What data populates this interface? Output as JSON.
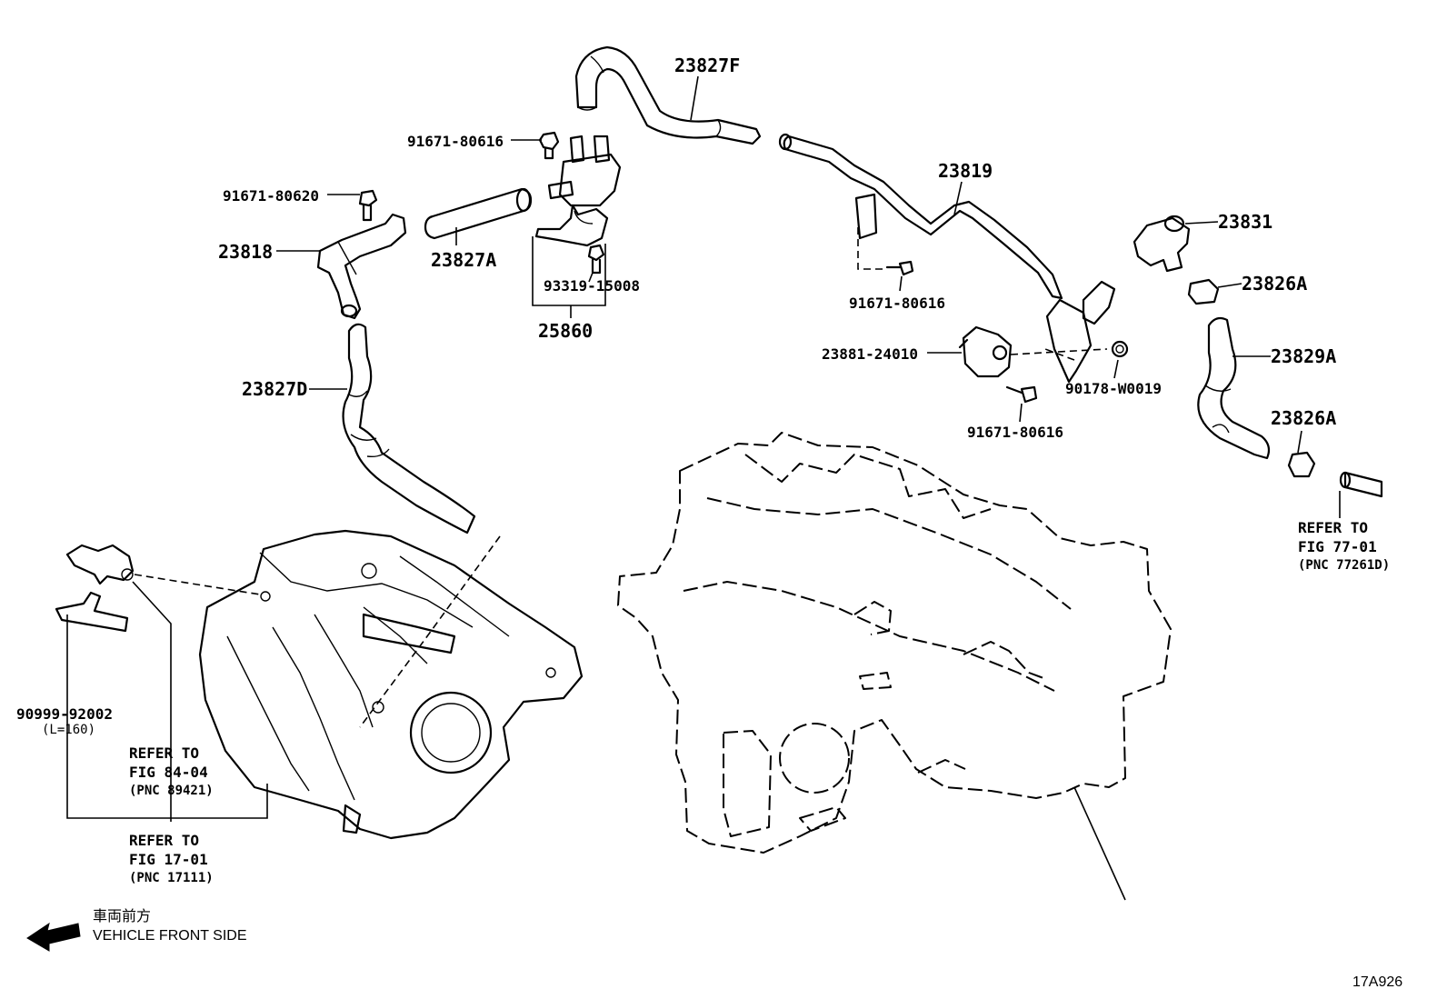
{
  "parts": {
    "p23827F": "23827F",
    "p91671_80616_top": "91671-80616",
    "p91671_80620": "91671-80620",
    "p23818": "23818",
    "p23827A": "23827A",
    "p93319_15008": "93319-15008",
    "p25860": "25860",
    "p23819": "23819",
    "p23831": "23831",
    "p23826A_top": "23826A",
    "p91671_80616_mid": "91671-80616",
    "p23881_24010": "23881-24010",
    "p90178_W0019": "90178-W0019",
    "p23829A": "23829A",
    "p91671_80616_low": "91671-80616",
    "p23826A_low": "23826A",
    "p23827D": "23827D",
    "p90999_92002": "90999-92002",
    "p90999_len": "(L=160)"
  },
  "refs": {
    "fig77": {
      "line1": "REFER TO",
      "line2": "FIG 77-01",
      "line3": "(PNC 77261D)"
    },
    "fig84": {
      "line1": "REFER TO",
      "line2": "FIG 84-04",
      "line3": "(PNC 89421)"
    },
    "fig17": {
      "line1": "REFER TO",
      "line2": "FIG 17-01",
      "line3": "(PNC 17111)"
    }
  },
  "front": {
    "jp": "車両前方",
    "en": "VEHICLE FRONT SIDE"
  },
  "figure_id": "17A926"
}
